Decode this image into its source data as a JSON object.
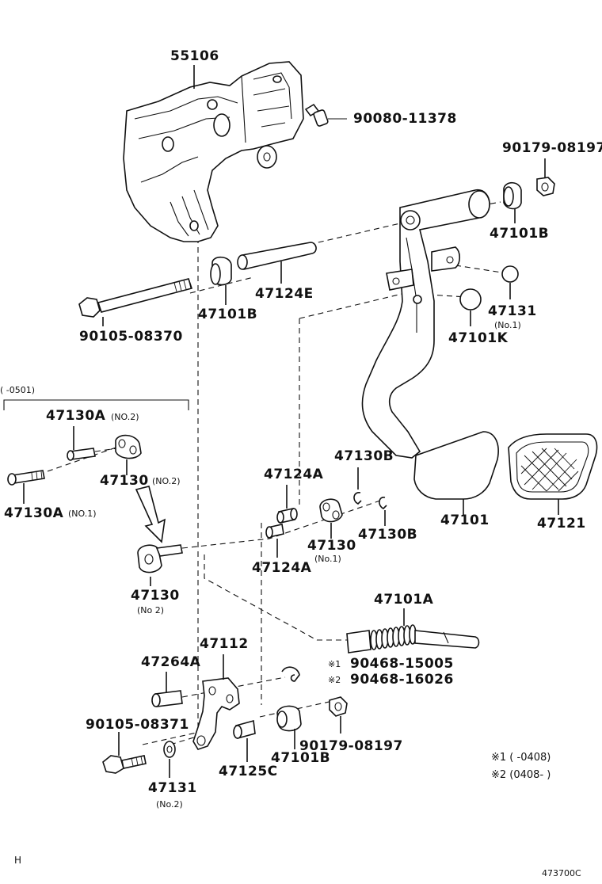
{
  "labels": {
    "p55106": "55106",
    "p90080_11378": "90080-11378",
    "p90179_08197_top": "90179-08197",
    "p47101B_right": "47101B",
    "p47124E": "47124E",
    "p47101B_left": "47101B",
    "p90105_08370": "90105-08370",
    "p47131_no1": "47131",
    "p47131_no1_sub": "(No.1)",
    "p47101K": "47101K",
    "p47130A_no2": "47130A",
    "p47130A_no2_sub": "(NO.2)",
    "p47130_no2_upper": "47130",
    "p47130_no2_upper_sub": "(NO.2)",
    "p47130A_no1": "47130A",
    "p47130A_no1_sub": "(NO.1)",
    "p47124A_upper": "47124A",
    "p47130B_upper": "47130B",
    "p47130_no1": "47130",
    "p47130_no1_sub": "(No.1)",
    "p47130B_lower": "47130B",
    "p47124A_lower": "47124A",
    "p47101": "47101",
    "p47121": "47121",
    "p47130_no2_lower": "47130",
    "p47130_no2_lower_sub": "(No 2)",
    "p47101A": "47101A",
    "p47112": "47112",
    "p47264A": "47264A",
    "p90468_15005_mark": "※1",
    "p90468_15005": "90468-15005",
    "p90468_16026_mark": "※2",
    "p90468_16026": "90468-16026",
    "p90105_08371": "90105-08371",
    "p90179_08197_bottom": "90179-08197",
    "p47101B_bottom": "47101B",
    "p47125C": "47125C",
    "p47131_no2": "47131",
    "p47131_no2_sub": "(No.2)",
    "bracket_date": "(  -0501)"
  },
  "notes": {
    "note1": "※1 (   -0408)",
    "note2": "※2 (0408-   )"
  },
  "footer": {
    "left_mark": "H",
    "figure_code": "473700C"
  }
}
